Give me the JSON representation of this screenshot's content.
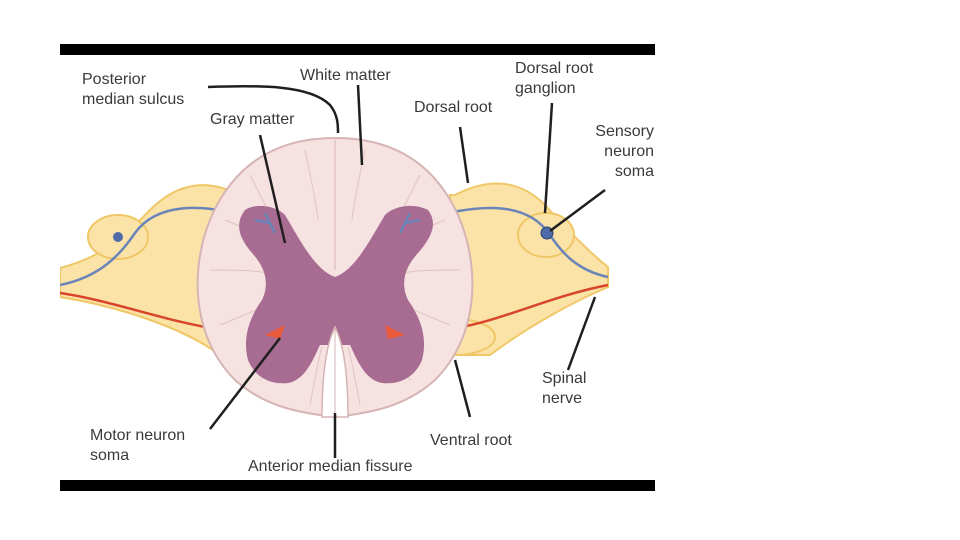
{
  "diagram": {
    "labels": {
      "posterior_median_sulcus": "Posterior\nmedian sulcus",
      "white_matter": "White matter",
      "dorsal_root_ganglion": "Dorsal root\nganglion",
      "gray_matter": "Gray matter",
      "dorsal_root": "Dorsal root",
      "sensory_neuron_soma": "Sensory\nneuron\nsoma",
      "spinal_nerve": "Spinal\nnerve",
      "ventral_root": "Ventral root",
      "motor_neuron_soma": "Motor neuron\nsoma",
      "anterior_median_fissure": "Anterior median fissure"
    },
    "colors": {
      "white_matter": "#f6e2e0",
      "white_matter_outline": "#d6b4b4",
      "gray_matter": "#a86c93",
      "nerve": "#fbe3a8",
      "nerve_outline": "#f0c766",
      "sensory_fiber": "#6b84b8",
      "motor_fiber": "#d9452b",
      "leader_line": "#1f1f1f"
    }
  }
}
